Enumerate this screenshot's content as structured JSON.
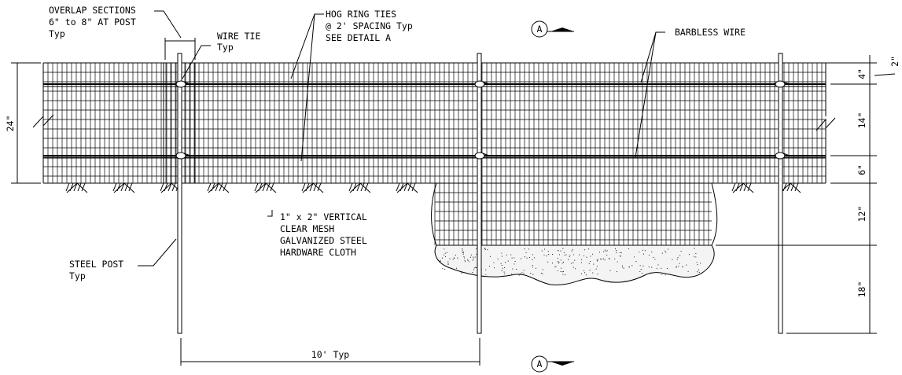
{
  "labels": {
    "overlap": [
      "OVERLAP SECTIONS",
      "6\" to 8\" AT POST",
      "Typ"
    ],
    "wire_tie": [
      "WIRE TIE",
      "Typ"
    ],
    "hog_ring": [
      "HOG RING TIES",
      "@ 2' SPACING Typ",
      "SEE DETAIL A"
    ],
    "barbless": [
      "BARBLESS WIRE"
    ],
    "mesh": [
      "1\" x 2\" VERTICAL",
      "CLEAR MESH",
      "GALVANIZED STEEL",
      "HARDWARE CLOTH"
    ],
    "steel_post": [
      "STEEL POST",
      "Typ"
    ]
  },
  "section_marker": "A",
  "dimensions": {
    "height_left": "24\"",
    "spacing": "10' Typ",
    "right": [
      "4\"",
      "14\"",
      "6\"",
      "12\"",
      "18\""
    ],
    "top_partial": "2\""
  }
}
